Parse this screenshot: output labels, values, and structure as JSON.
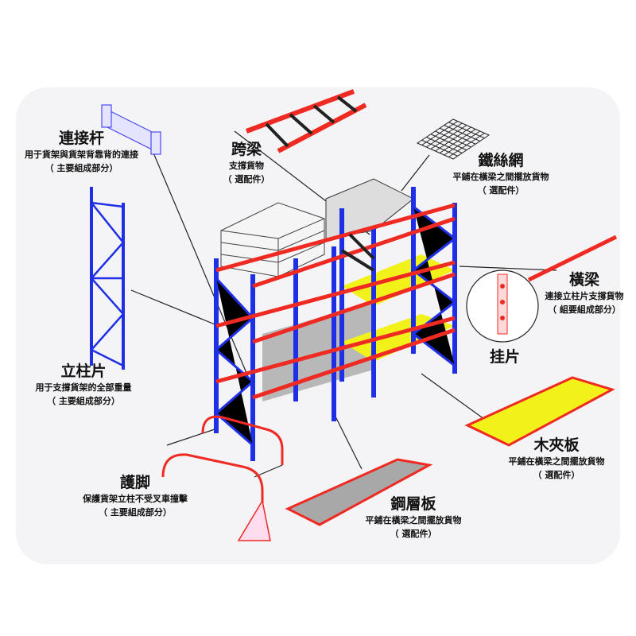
{
  "colors": {
    "upright": "#1f2fe6",
    "beam": "#ee2a22",
    "wood_deck": "#f2f21a",
    "steel_deck": "#a8a8a8",
    "line": "#222222"
  },
  "labels": [
    {
      "id": "row-spacer",
      "title": "連接杆",
      "desc": "用于貨架與貨架背靠背的連接",
      "note": "（ 主要組成部分）"
    },
    {
      "id": "span-beam",
      "title": "跨梁",
      "desc": "支撐貨物",
      "note": "（ 選配件）"
    },
    {
      "id": "wire-mesh",
      "title": "鐵絲網",
      "desc": "平鋪在橫梁之間擺放貨物",
      "note": "（ 選配件）"
    },
    {
      "id": "beam",
      "title": "橫梁",
      "desc": "連接立柱片支撐貨物",
      "note": "（ 組要組成部分）"
    },
    {
      "id": "beam-connector",
      "title": "挂片"
    },
    {
      "id": "upright-frame",
      "title": "立柱片",
      "desc": "用于支撐貨架的全部重量",
      "note": "（ 主要組成部分）"
    },
    {
      "id": "wood-deck",
      "title": "木夾板",
      "desc": "平鋪在橫梁之間擺放貨物",
      "note": "（ 選配件）"
    },
    {
      "id": "upright-protector",
      "title": "護脚",
      "desc": "保護貨架立柱不受叉車撞擊",
      "note": "（ 主要組成部分）"
    },
    {
      "id": "steel-deck",
      "title": "鋼層板",
      "desc": "平鋪在橫梁之間擺放貨物",
      "note": "（ 選配件）"
    }
  ]
}
